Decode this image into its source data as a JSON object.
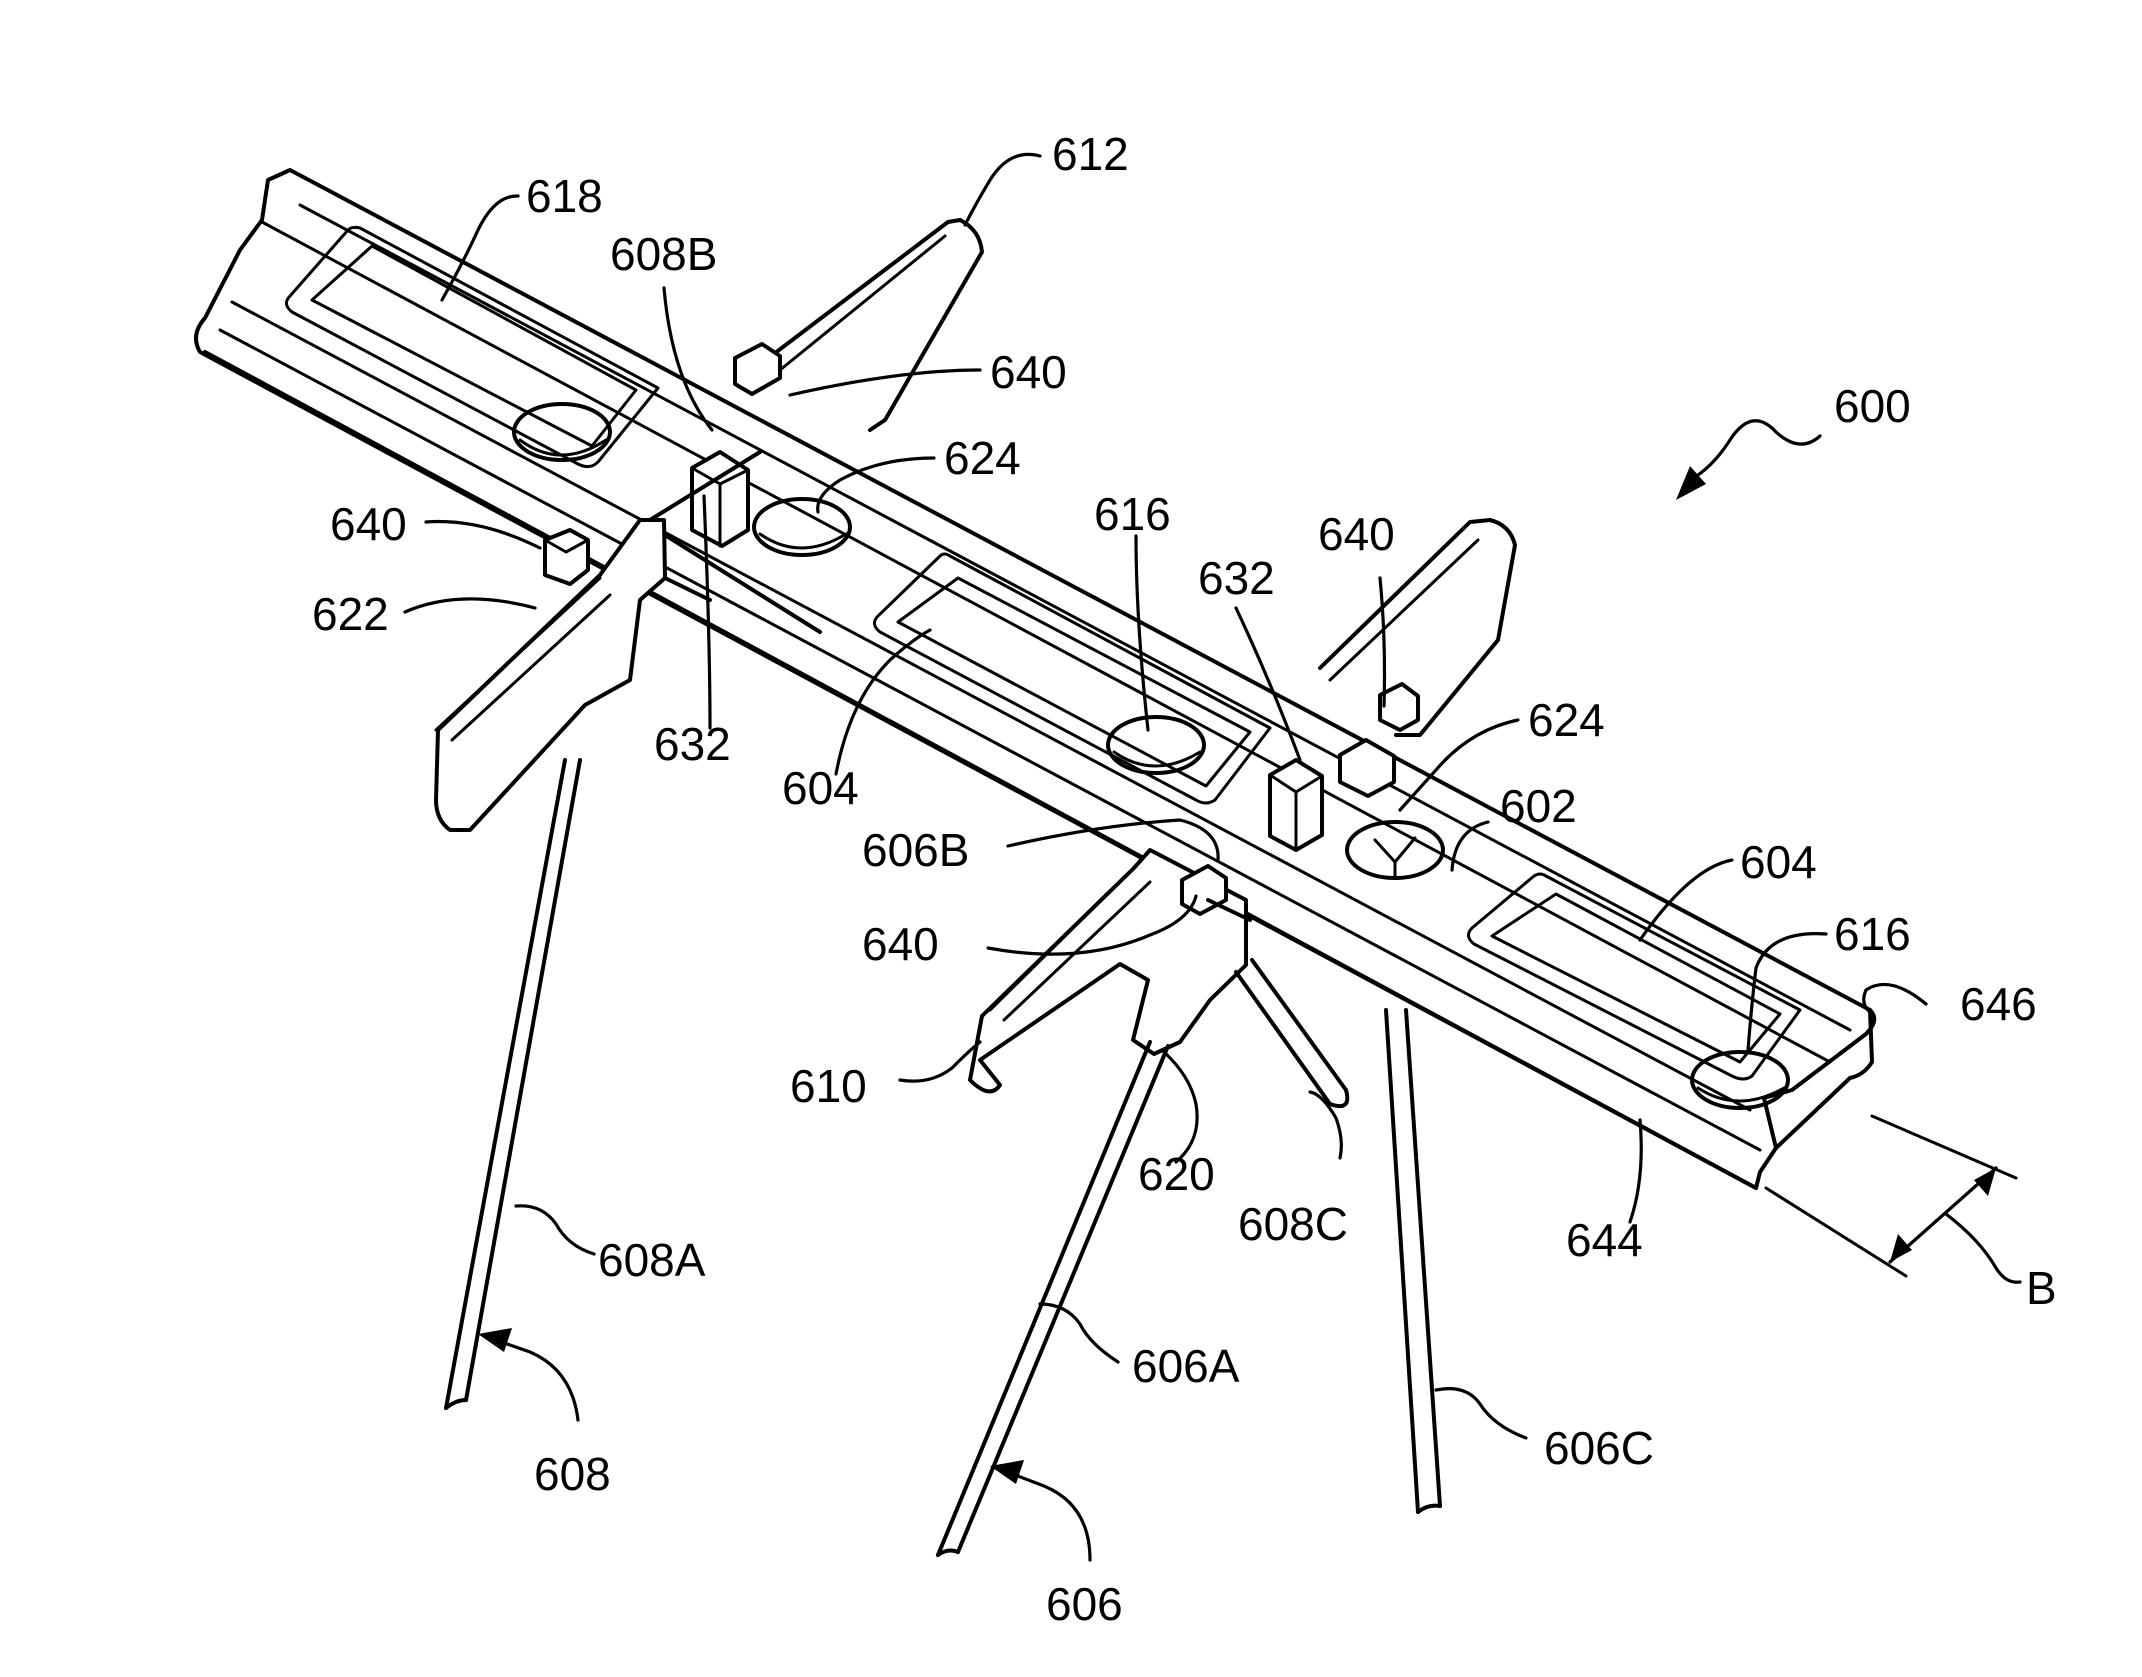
{
  "figure": {
    "labels": {
      "r600": "600",
      "r612": "612",
      "r618": "618",
      "r608B": "608B",
      "r640_top": "640",
      "r624_left": "624",
      "r640_left": "640",
      "r622": "622",
      "r632_left": "632",
      "r616_mid": "616",
      "r632_right": "632",
      "r640_right": "640",
      "r604_left": "604",
      "r624_right": "624",
      "r602": "602",
      "r606B": "606B",
      "r604_right": "604",
      "r640_bottom": "640",
      "r616_right": "616",
      "r646": "646",
      "r610": "610",
      "r620": "620",
      "r608C": "608C",
      "r644": "644",
      "rB": "B",
      "r608A": "608A",
      "r606A": "606A",
      "r608": "608",
      "r606C": "606C",
      "r606": "606"
    }
  }
}
